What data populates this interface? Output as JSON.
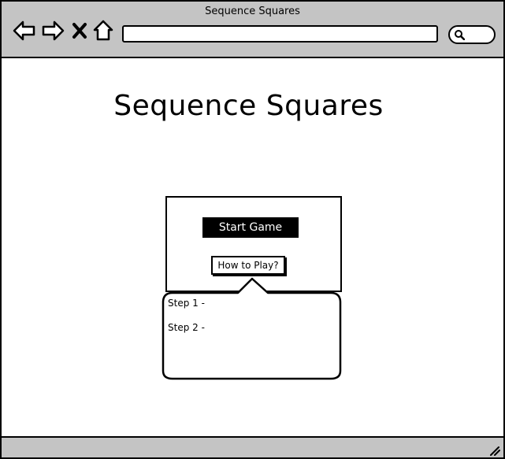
{
  "window": {
    "title": "Sequence Squares"
  },
  "browser": {
    "url": "",
    "search": "",
    "icons": [
      "back-arrow-icon",
      "forward-arrow-icon",
      "close-icon",
      "home-icon",
      "search-icon",
      "resize-grip-icon"
    ]
  },
  "page": {
    "title": "Sequence Squares",
    "start_label": "Start Game",
    "howto_label": "How to Play?",
    "steps": [
      "Step 1 -",
      "Step 2 -"
    ]
  },
  "colors": {
    "chrome": "#c4c4c4",
    "border": "#000000",
    "button_bg": "#000000",
    "button_text": "#ffffff"
  }
}
